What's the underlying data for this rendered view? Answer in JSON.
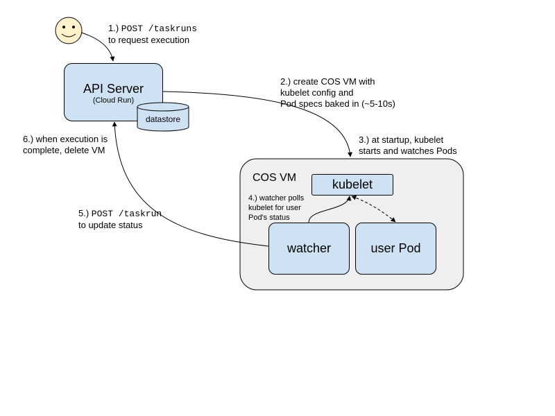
{
  "nodes": {
    "api_server": {
      "title": "API Server",
      "subtitle": "(Cloud Run)"
    },
    "datastore": "datastore",
    "cos_vm": "COS VM",
    "kubelet": "kubelet",
    "watcher": "watcher",
    "user_pod": "user Pod"
  },
  "steps": {
    "s1": {
      "num": "1.) ",
      "code": "POST /taskruns",
      "rest": "to request execution"
    },
    "s2": {
      "l1": "2.) create COS VM with",
      "l2": "kubelet config and",
      "l3": "Pod specs baked in (~5-10s)"
    },
    "s3": {
      "l1": "3.) at startup, kubelet",
      "l2": "starts and watches Pods"
    },
    "s4": {
      "l1": "4.) watcher polls",
      "l2": "kubelet for user",
      "l3": "Pod's status"
    },
    "s5": {
      "num": "5.) ",
      "code": "POST /taskrun",
      "rest": "to update status"
    },
    "s6": {
      "l1": "6.) when execution is",
      "l2": "complete, delete VM"
    }
  }
}
